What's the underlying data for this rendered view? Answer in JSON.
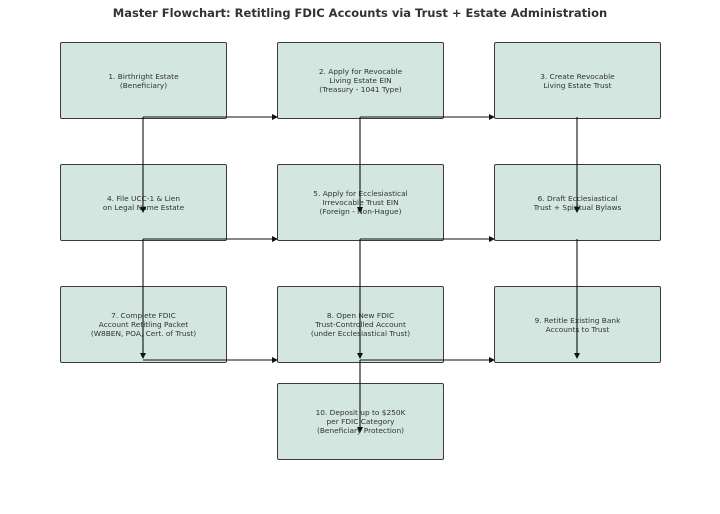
{
  "title": "Master Flowchart: Retitling FDIC Accounts via Trust + Estate Administration",
  "nodes": [
    {
      "id": "n1",
      "label": "1. Birthright Estate\n(Beneficiary)"
    },
    {
      "id": "n2",
      "label": "2. Apply for Revocable\nLiving Estate EIN\n(Treasury - 1041 Type)"
    },
    {
      "id": "n3",
      "label": "3. Create Revocable\nLiving Estate Trust"
    },
    {
      "id": "n4",
      "label": "4. File UCC-1 & Lien\non Legal Name Estate"
    },
    {
      "id": "n5",
      "label": "5. Apply for Ecclesiastical\nIrrevocable Trust EIN\n(Foreign - Non-Hague)"
    },
    {
      "id": "n6",
      "label": "6. Draft Ecclesiastical\nTrust + Spiritual Bylaws"
    },
    {
      "id": "n7",
      "label": "7. Complete FDIC\nAccount Retitling Packet\n(W8BEN, POA, Cert. of Trust)"
    },
    {
      "id": "n8",
      "label": "8. Open New FDIC\nTrust-Controlled Account\n(under Ecclesiastical Trust)"
    },
    {
      "id": "n9",
      "label": "9. Retitle Existing Bank\nAccounts to Trust"
    },
    {
      "id": "n10",
      "label": "10. Deposit up to $250K\nper FDIC Category\n(Beneficiary Protection)"
    }
  ],
  "edges": [
    [
      "n1",
      "n2"
    ],
    [
      "n2",
      "n3"
    ],
    [
      "n1",
      "n4"
    ],
    [
      "n2",
      "n5"
    ],
    [
      "n3",
      "n6"
    ],
    [
      "n4",
      "n5"
    ],
    [
      "n5",
      "n6"
    ],
    [
      "n4",
      "n7"
    ],
    [
      "n5",
      "n8"
    ],
    [
      "n6",
      "n9"
    ],
    [
      "n7",
      "n8"
    ],
    [
      "n8",
      "n9"
    ],
    [
      "n8",
      "n10"
    ]
  ]
}
